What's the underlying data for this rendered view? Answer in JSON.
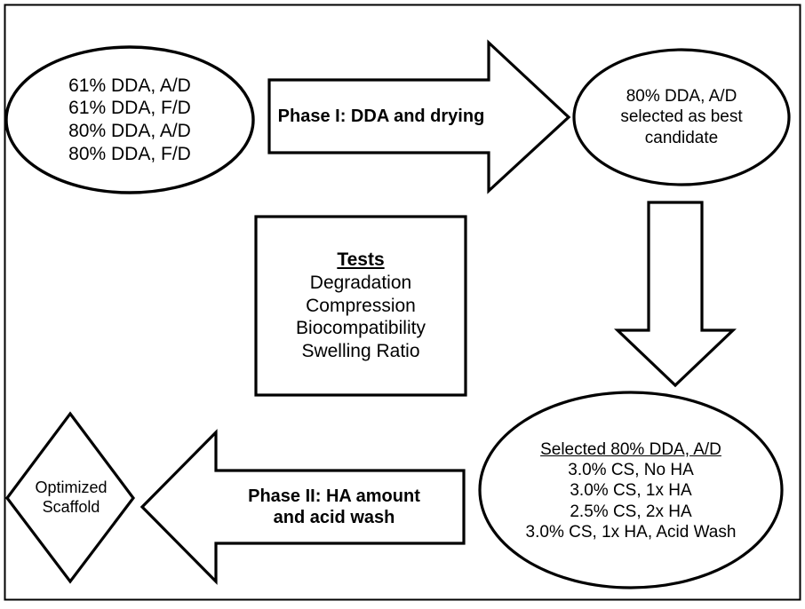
{
  "figure": {
    "type": "process-flowchart",
    "title": "Two-phase scaffold optimization flowchart",
    "border_color": "#000000",
    "stroke_color": "#000000",
    "fill_color": "#ffffff",
    "text_color": "#000000"
  },
  "nodes": {
    "ellipse_options": {
      "shape": "ellipse",
      "lines": [
        "61% DDA, A/D",
        "61% DDA, F/D",
        "80% DDA, A/D",
        "80% DDA, F/D"
      ]
    },
    "arrow_phase1": {
      "shape": "right-arrow",
      "label": "Phase I: DDA and drying",
      "lines": [
        "Phase I: DDA and drying"
      ]
    },
    "ellipse_candidate": {
      "shape": "ellipse",
      "lines": [
        "80% DDA, A/D",
        "selected as best",
        "candidate"
      ]
    },
    "arrow_down": {
      "shape": "down-arrow",
      "label": ""
    },
    "box_tests": {
      "shape": "rectangle",
      "heading": "Tests",
      "lines": [
        "Degradation",
        "Compression",
        "Biocompatibility",
        "Swelling Ratio"
      ]
    },
    "ellipse_formulations": {
      "shape": "ellipse",
      "heading": "Selected 80% DDA, A/D",
      "lines": [
        "3.0% CS, No HA",
        "3.0% CS, 1x HA",
        "2.5% CS, 2x HA",
        "3.0% CS, 1x HA, Acid Wash"
      ]
    },
    "arrow_phase2": {
      "shape": "left-arrow",
      "lines": [
        "Phase II: HA amount",
        "and acid wash"
      ]
    },
    "diamond_scaffold": {
      "shape": "diamond",
      "lines": [
        "Optimized",
        "Scaffold"
      ]
    }
  }
}
